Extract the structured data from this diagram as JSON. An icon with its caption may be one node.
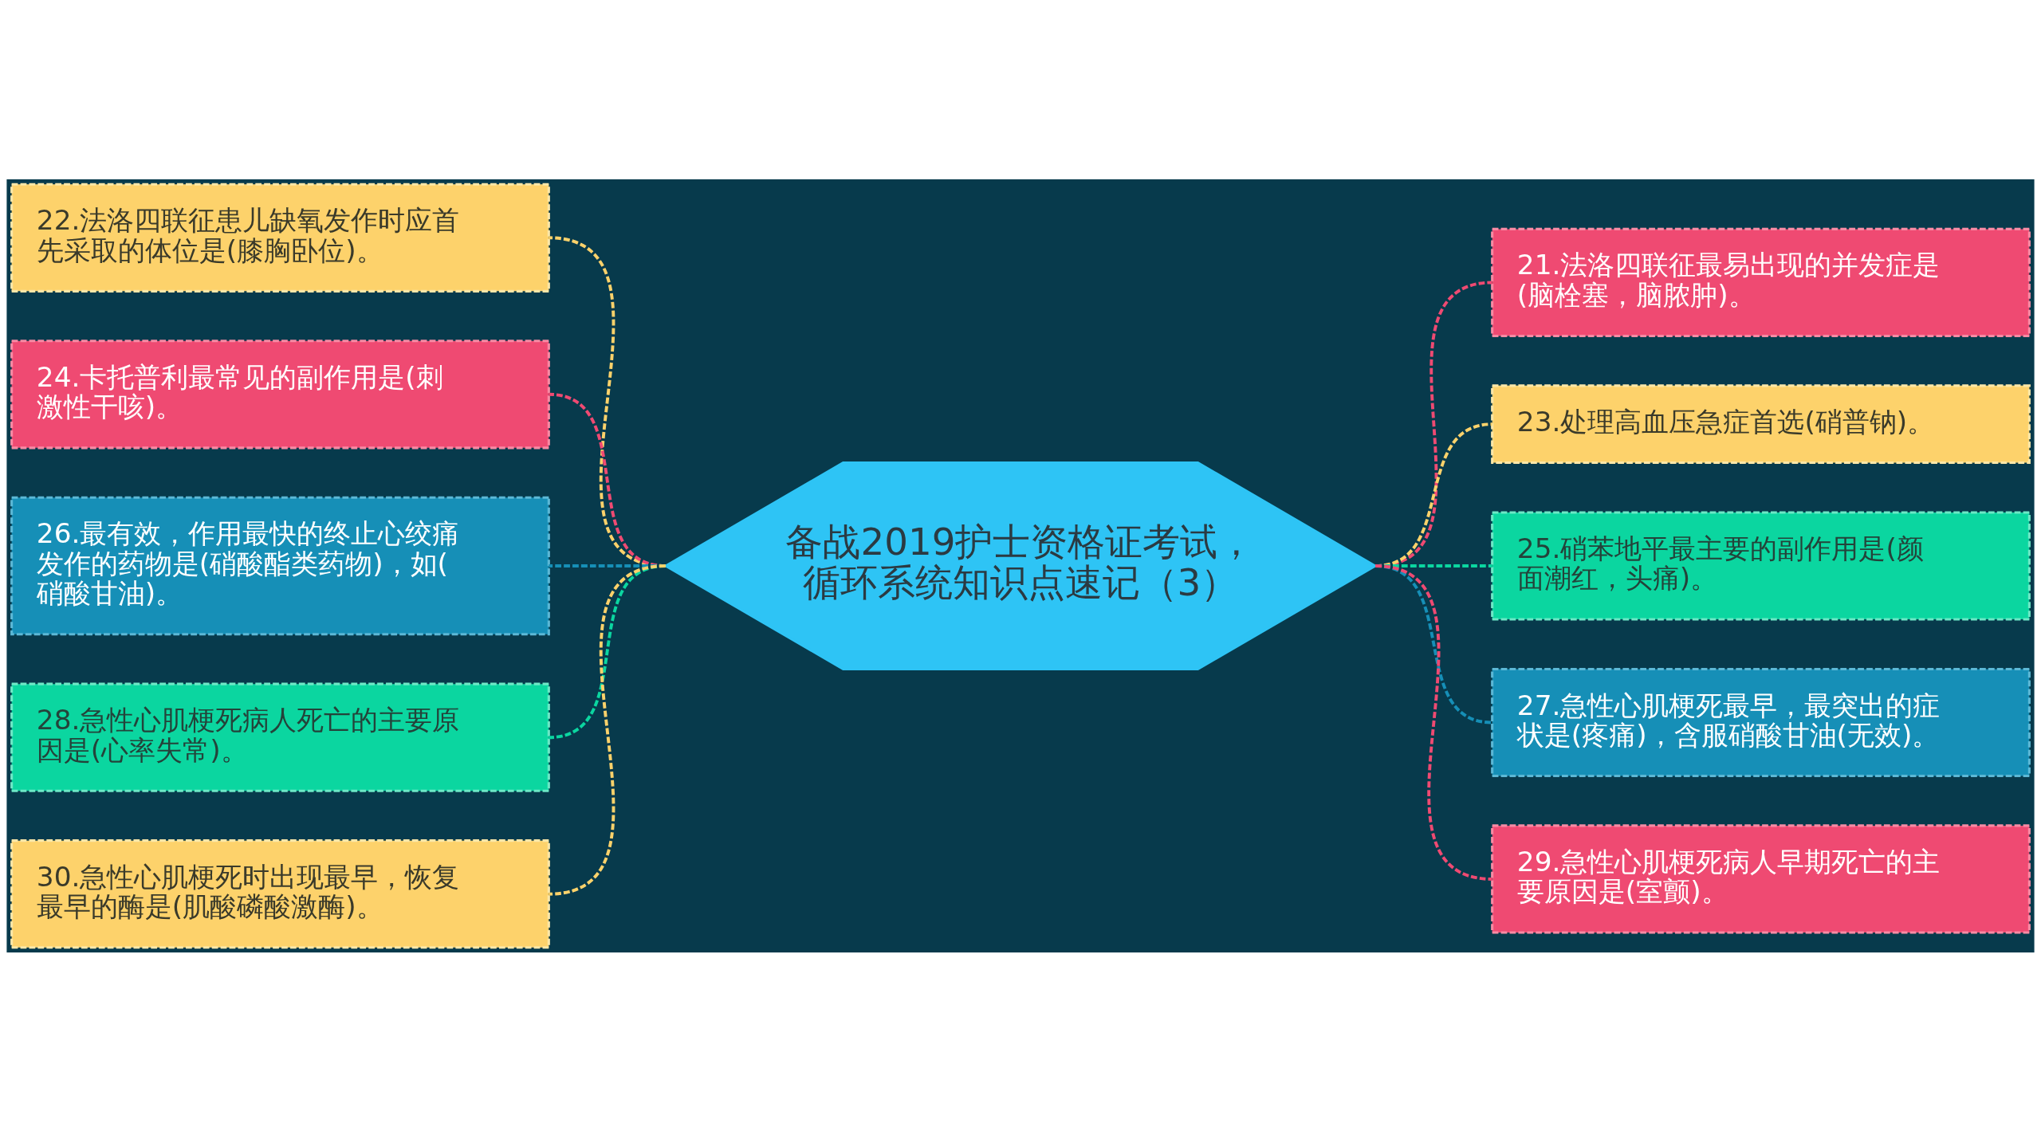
{
  "diagram": {
    "nodes": [
      {
        "text": [
          "备战2019护士资格证考试，循环系统知识点速记（3）"
        ]
      },
      {
        "text": [
          "21.法洛四联征最易出现的并发症是(脑栓塞，脑脓肿)。"
        ]
      },
      {
        "text": [
          "22.法洛四联征患儿缺氧发作时应首先采取的体位是(膝胸卧位)。"
        ]
      },
      {
        "text": [
          "23.处理高血压急症首选(硝普钠)。"
        ]
      },
      {
        "text": [
          "24.卡托普利最常见的副作用是(刺激性干咳)。"
        ]
      },
      {
        "text": [
          "25.硝苯地平最主要的副作用是(颜面潮红，头痛)。"
        ]
      },
      {
        "text": [
          "26.最有效，作用最快的终止心绞痛发作的药物是(硝酸酯类药物)，如(硝酸甘油)。"
        ]
      },
      {
        "text": [
          "27.急性心肌梗死最早，最突出的症状是(疼痛)，含服硝酸甘油(无效)。"
        ]
      },
      {
        "text": [
          "28.急性心肌梗死病人死亡的主要原因是(心率失常)。"
        ]
      },
      {
        "text": [
          "29.急性心肌梗死病人早期死亡的主要原因是(室颤)。"
        ]
      },
      {
        "text": [
          "30.急性心肌梗死时出现最早，恢复最早的酶是(肌酸磷酸激酶)。"
        ]
      }
    ],
    "edges": [
      {
        "from": 0,
        "to": 1,
        "arrow": "none",
        "style": "dashed",
        "color": "#ef4a72"
      },
      {
        "from": 0,
        "to": 2,
        "arrow": "none",
        "style": "dashed",
        "color": "#fdd26b"
      },
      {
        "from": 0,
        "to": 3,
        "arrow": "none",
        "style": "dashed",
        "color": "#fdd26b"
      },
      {
        "from": 0,
        "to": 4,
        "arrow": "none",
        "style": "dashed",
        "color": "#ef4a72"
      },
      {
        "from": 0,
        "to": 5,
        "arrow": "none",
        "style": "dashed",
        "color": "#0bd6a0"
      },
      {
        "from": 0,
        "to": 6,
        "arrow": "none",
        "style": "dashed",
        "color": "#168fb7"
      },
      {
        "from": 0,
        "to": 7,
        "arrow": "none",
        "style": "dashed",
        "color": "#168fb7"
      },
      {
        "from": 0,
        "to": 8,
        "arrow": "none",
        "style": "dashed",
        "color": "#0bd6a0"
      },
      {
        "from": 0,
        "to": 9,
        "arrow": "none",
        "style": "dashed",
        "color": "#ef4a72"
      },
      {
        "from": 0,
        "to": 10,
        "arrow": "none",
        "style": "dashed",
        "color": "#fdd26b"
      }
    ]
  }
}
